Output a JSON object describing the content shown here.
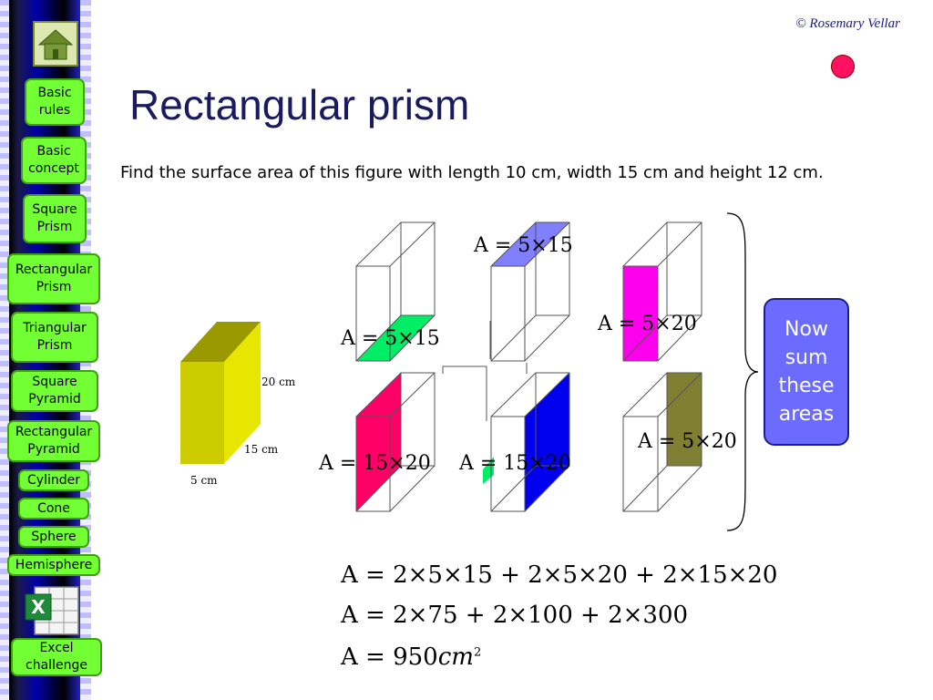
{
  "header": {
    "title": "Rectangular prism",
    "copyright": "© Rosemary Vellar"
  },
  "sidebar": {
    "home_icon": "home-icon",
    "items": [
      {
        "label": "Basic\nrules"
      },
      {
        "label": "Basic\nconcept"
      },
      {
        "label": "Square\nPrism"
      },
      {
        "label": "Rectangular\nPrism"
      },
      {
        "label": "Triangular\nPrism"
      },
      {
        "label": "Square\nPyramid"
      },
      {
        "label": "Rectangular\nPyramid"
      },
      {
        "label": "Cylinder"
      },
      {
        "label": "Cone"
      },
      {
        "label": "Sphere"
      },
      {
        "label": "Hemisphere"
      },
      {
        "label": "Excel\nchallenge"
      }
    ],
    "excel_icon": "excel-icon"
  },
  "question": "Find the surface area of this figure with length 10 cm, width 15 cm and height 12 cm.",
  "dimensions": {
    "height": "20 cm",
    "depth": "15 cm",
    "width": "5 cm"
  },
  "face_areas": {
    "bottom": "A = 5×15",
    "top": "A = 5×15",
    "side_pink": "A = 5×20",
    "front_red": "A = 15×20",
    "front_blue": "A = 15×20",
    "back_olive": "A = 5×20"
  },
  "callout": "Now\nsum\nthese\nareas",
  "working": {
    "line1": "A = 2×5×15 + 2×5×20 + 2×15×20",
    "line2": "A = 2×75 + 2×100 + 2×300",
    "line3_prefix": "A = 950",
    "line3_unit": "cm",
    "line3_exp": "2"
  },
  "colors": {
    "nav_green": "#72ff33",
    "title_navy": "#1a1a5e",
    "callout_blue": "#6b6bff",
    "solid_yellow": "#e0e000"
  }
}
